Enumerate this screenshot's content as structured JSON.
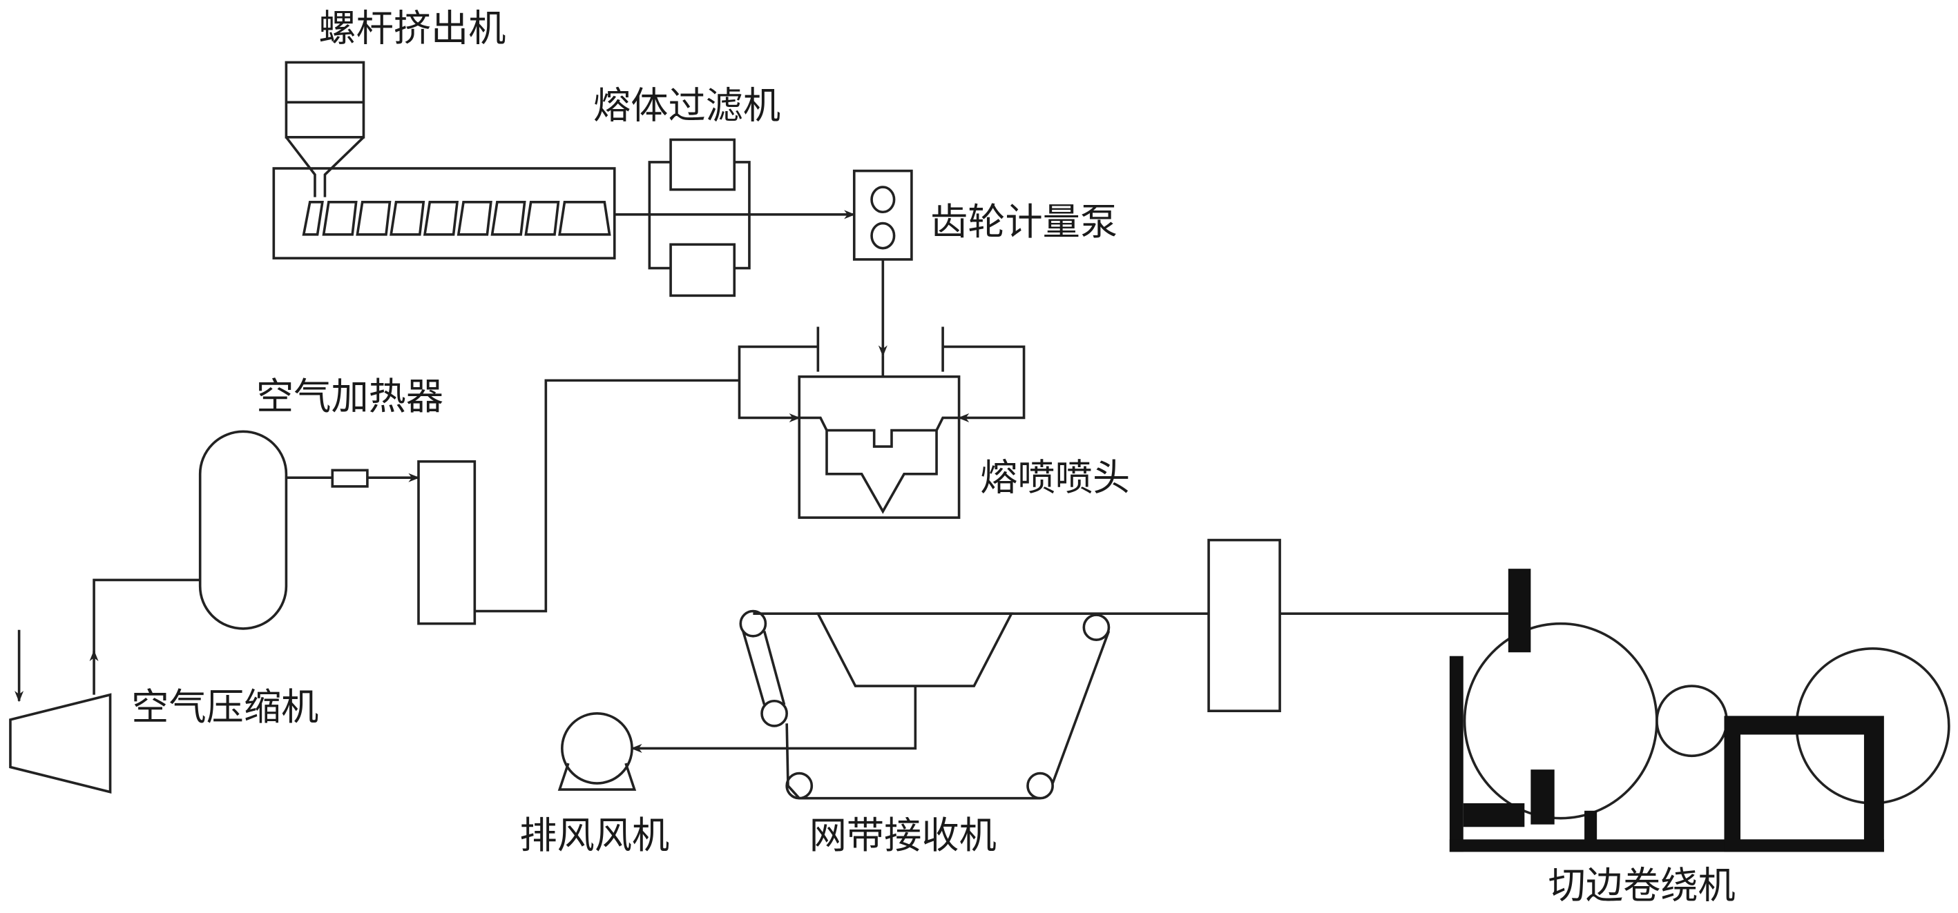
{
  "labels": {
    "extruder": "螺杆挤出机",
    "melt_filter": "熔体过滤机",
    "gear_pump": "齿轮计量泵",
    "air_heater": "空气加热器",
    "die_head": "熔喷喷头",
    "air_compressor": "空气压缩机",
    "exhaust_fan": "排风风机",
    "belt_collector": "网带接收机",
    "slit_winder": "切边卷绕机"
  },
  "colors": {
    "line": "#222222",
    "solid": "#111111",
    "background": "#ffffff"
  }
}
